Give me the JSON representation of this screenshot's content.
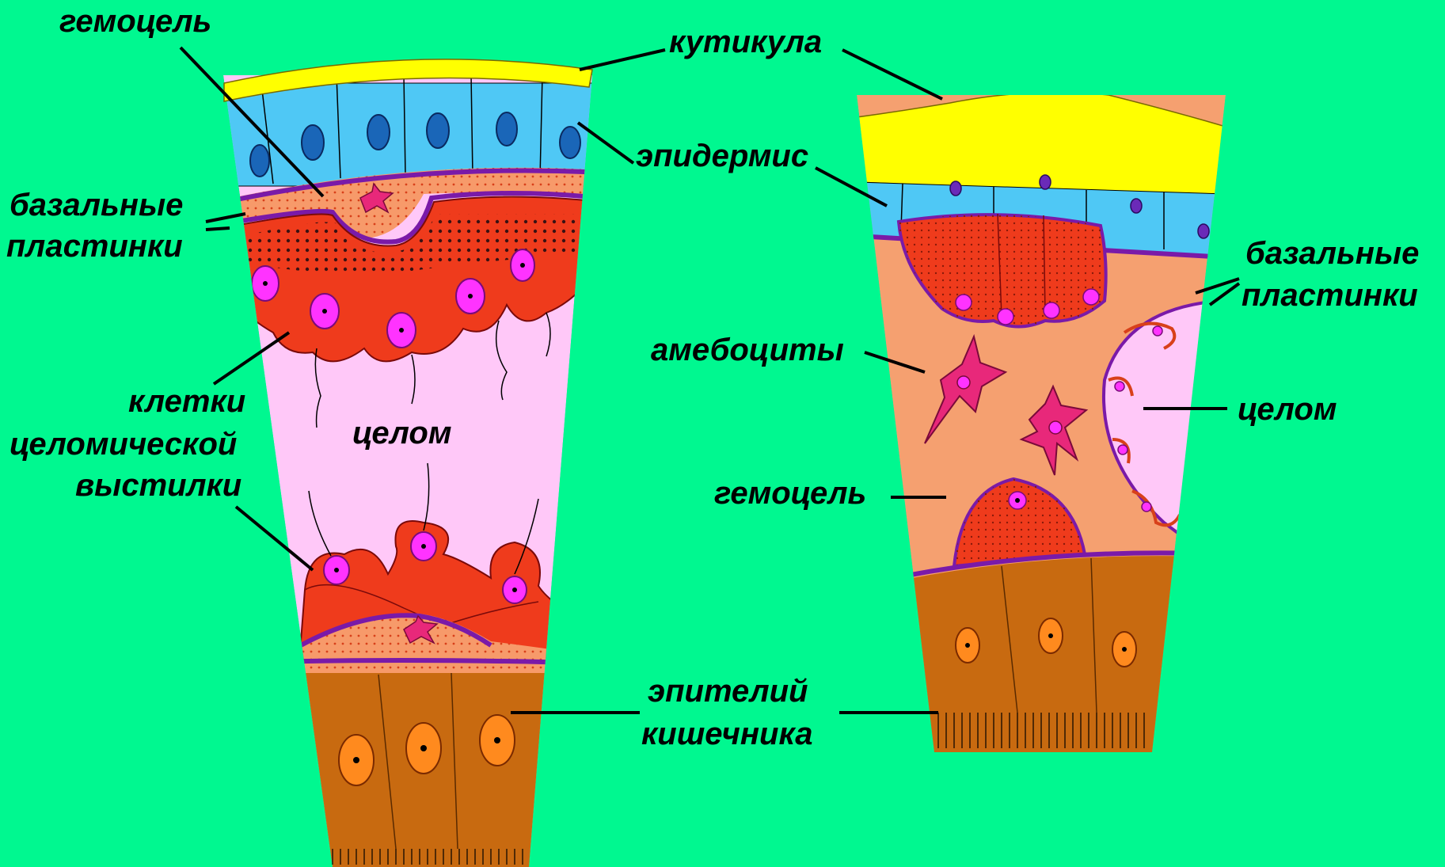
{
  "colors": {
    "background": "#00f890",
    "cuticle": "#ffff00",
    "epidermis": "#4fc8f5",
    "epidermis_nucleus": "#1a66b8",
    "basal_lamina": "#7a1aa8",
    "coelomic_cell": "#ef3b1c",
    "coelomic_nucleus": "#ff33ff",
    "coelom": "#ffc8f8",
    "hemocoel": "#f79a6a",
    "connective_tissue": "#f5a070",
    "gut_epithelium": "#c86a10",
    "gut_nucleus": "#ff8a1e",
    "amebocyte": "#e8287a"
  },
  "labels": {
    "left": {
      "hemocoel": "гемоцель",
      "basal_laminae_1": "базальные",
      "basal_laminae_2": "пластинки",
      "coelom_cells_1": "клетки",
      "coelom_cells_2": "целомической",
      "coelom_cells_3": "выстилки",
      "coelom": "целом"
    },
    "center": {
      "cuticle": "кутикула",
      "epidermis": "эпидермис",
      "amebocytes": "амебоциты",
      "hemocoel": "гемоцель",
      "gut_epithelium_1": "эпителий",
      "gut_epithelium_2": "кишечника"
    },
    "right": {
      "basal_laminae_1": "базальные",
      "basal_laminae_2": "пластинки",
      "coelom": "целом"
    }
  }
}
